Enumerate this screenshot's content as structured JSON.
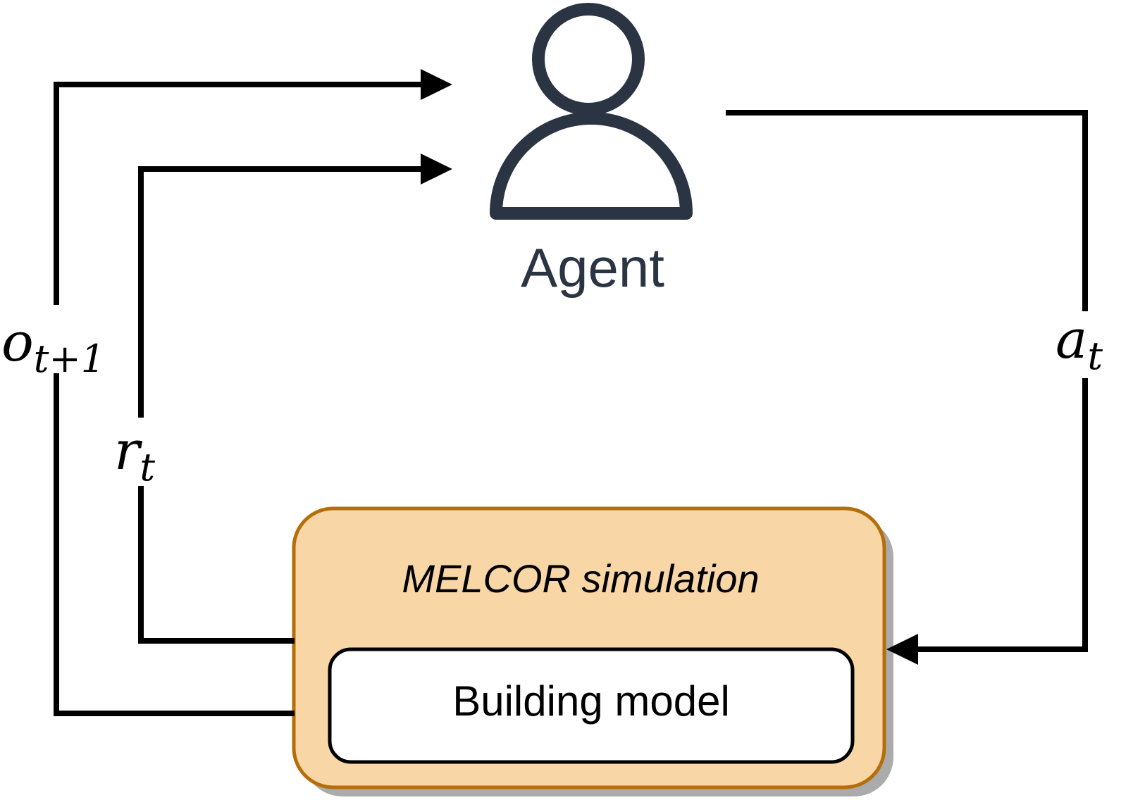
{
  "diagram": {
    "agent": {
      "label": "Agent"
    },
    "simulation": {
      "title": "MELCOR simulation",
      "inner_box_label": "Building model"
    },
    "labels": {
      "action": {
        "main": "a",
        "sub": "t"
      },
      "reward": {
        "main": "r",
        "sub": "t"
      },
      "observation": {
        "main": "o",
        "sub": "t+1"
      }
    },
    "colors": {
      "line": "#000000",
      "agent": "#2A3442",
      "box_fill": "#F8D6A6",
      "box_border": "#B46E0A",
      "box_shadow": "#ABABAB",
      "inner_box_fill": "#FFFFFF",
      "inner_box_border": "#000000"
    }
  }
}
